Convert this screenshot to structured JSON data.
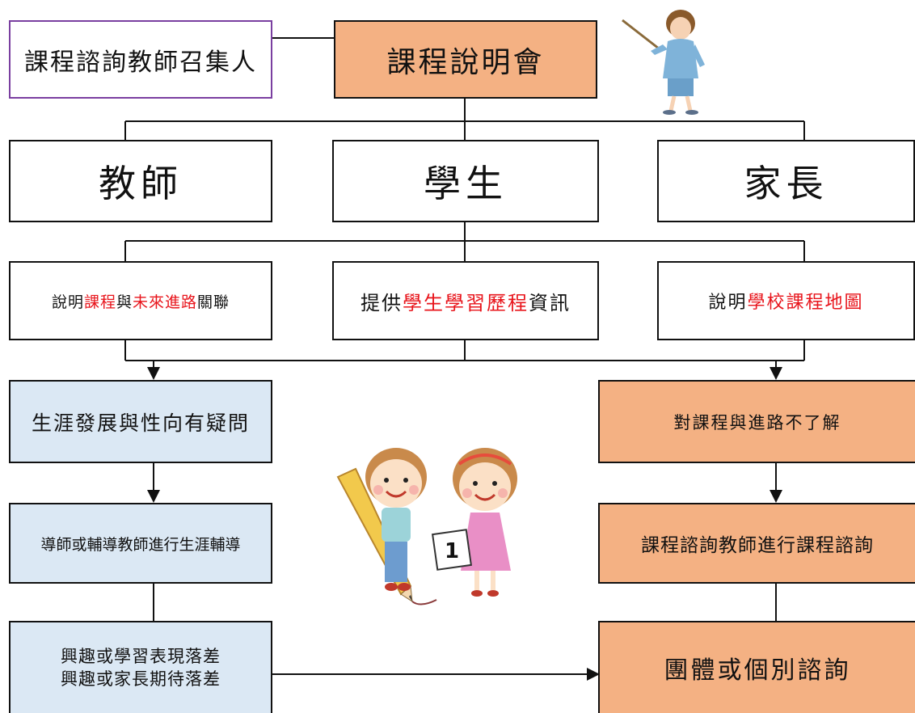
{
  "convener": {
    "label": "課程諮詢教師召集人"
  },
  "meeting": {
    "label": "課程說明會"
  },
  "audiences": [
    {
      "label": "教師"
    },
    {
      "label": "學生"
    },
    {
      "label": "家長"
    }
  ],
  "info": [
    {
      "pre": "說明",
      "hl1": "課程",
      "mid": "與",
      "hl2": "未來進路",
      "post": "關聯"
    },
    {
      "pre": "提供",
      "hl1": "學生學習歷程",
      "mid": "",
      "hl2": "",
      "post": "資訊"
    },
    {
      "pre": "說明",
      "hl1": "學校課程地圖",
      "mid": "",
      "hl2": "",
      "post": ""
    }
  ],
  "left_flow": {
    "step1": "生涯發展與性向有疑問",
    "step2": "導師或輔導教師進行生涯輔導",
    "step3_line1": "興趣或學習表現落差",
    "step3_line2": "興趣或家長期待落差"
  },
  "right_flow": {
    "step1": "對課程與進路不了解",
    "step2": "課程諮詢教師進行課程諮詢",
    "step3": "團體或個別諮詢"
  },
  "illustrations": {
    "teacher": "teacher-with-pointer-illustration",
    "children": "children-with-pencil-and-number-card-illustration",
    "card_number": "1"
  },
  "colors": {
    "orange_fill": "#f4b183",
    "blue_fill": "#dbe8f4",
    "highlight_red": "#e8141b",
    "convener_border": "#7a3fa0"
  }
}
